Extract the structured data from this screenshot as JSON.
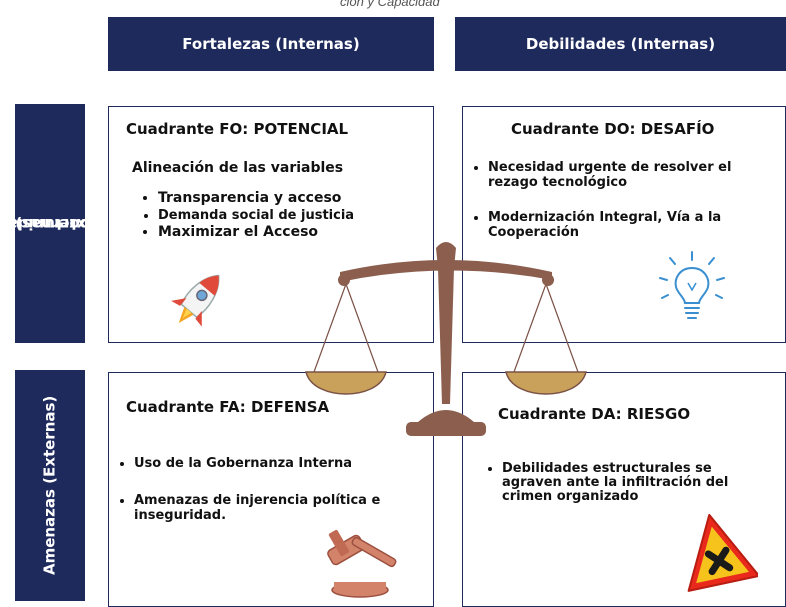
{
  "top_cut_text": "ción y Capacidad",
  "headers": {
    "strengths": "Fortalezas (Internas)",
    "weaknesses": "Debilidades (Internas)"
  },
  "sides": {
    "opportunities_line1": "Oportunidades",
    "opportunities_line2": "(Externas)",
    "threats": "Amenazas (Externas)"
  },
  "fo": {
    "title": "Cuadrante FO: POTENCIAL",
    "subtitle": "Alineación de las variables",
    "items": [
      "Transparencia y acceso",
      "Demanda social de justicia",
      "Maximizar el Acceso"
    ],
    "icon": "rocket-icon"
  },
  "do": {
    "title": "Cuadrante DO: DESAFÍO",
    "items": [
      [
        "Necesidad urgente de resolver el",
        "rezago tecnológico"
      ],
      [
        "Modernización Integral, Vía a la",
        "Cooperación"
      ]
    ],
    "icon": "lightbulb-icon"
  },
  "fa": {
    "title": "Cuadrante FA: DEFENSA",
    "items": [
      [
        "Uso de la Gobernanza Interna"
      ],
      [
        "Amenazas de injerencia política e",
        "inseguridad."
      ]
    ],
    "icon": "gavel-icon"
  },
  "da": {
    "title": "Cuadrante DA: RIESGO",
    "items": [
      [
        "Debilidades estructurales se",
        "agraven ante la infiltración del",
        "crimen organizado"
      ]
    ],
    "icon": "warning-sign-icon"
  },
  "center_icon": "balance-scale-icon",
  "colors": {
    "navy": "#1f2a5c",
    "scale_brown": "#8b5e4e",
    "pan_gold": "#c9a15a"
  }
}
